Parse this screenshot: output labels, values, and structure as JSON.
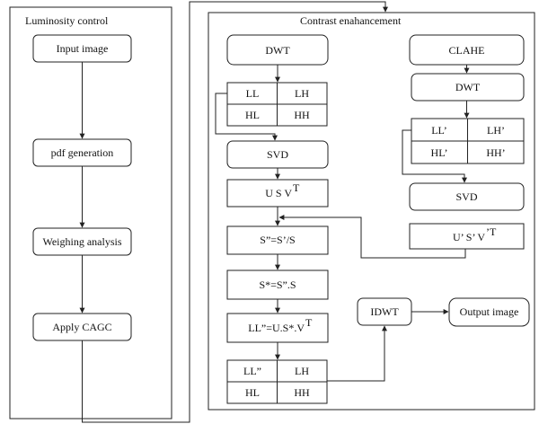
{
  "panels": {
    "luminosity_title": "Luminosity control",
    "contrast_title": "Contrast enahancement"
  },
  "luminosity_steps": {
    "input": "Input image",
    "pdf": "pdf generation",
    "weighing": "Weighing analysis",
    "cagc": "Apply CAGC"
  },
  "left_branch": {
    "dwt": "DWT",
    "subbands": [
      "LL",
      "LH",
      "HL",
      "HH"
    ],
    "svd": "SVD",
    "usv_base": "U   S   V",
    "usv_sup": "T",
    "sdp": "S”=S’/S",
    "sstar": "S*=S”.S",
    "llq_base": "LL”=U.S*.V",
    "llq_sup": "T",
    "final_subbands": [
      "LL”",
      "LH",
      "HL",
      "HH"
    ]
  },
  "right_branch": {
    "clahe": "CLAHE",
    "dwt": "DWT",
    "subbands": [
      "LL’",
      "LH’",
      "HL’",
      "HH’"
    ],
    "svd": "SVD",
    "usv_base": "U’   S’   V",
    "usv_sup": "’T"
  },
  "output_stage": {
    "idwt": "IDWT",
    "output": "Output image"
  }
}
